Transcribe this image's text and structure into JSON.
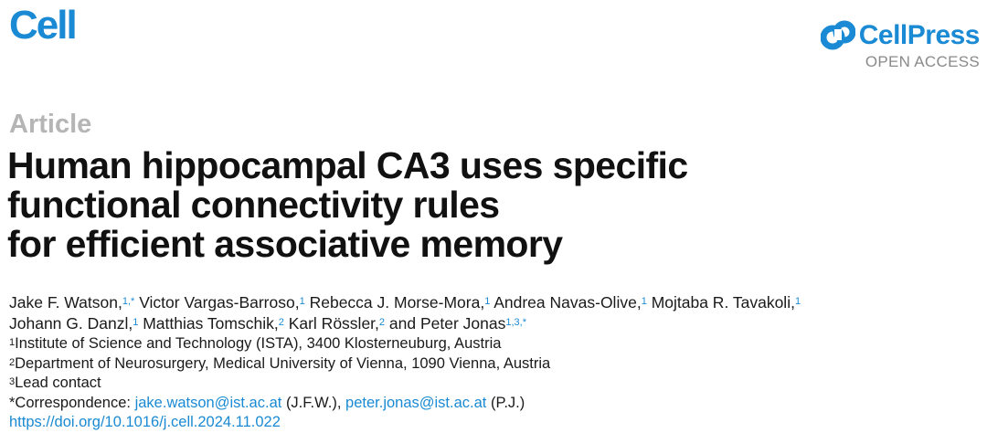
{
  "header": {
    "journal": "Cell",
    "publisher_name": "CellPress",
    "publisher_sub": "OPEN ACCESS",
    "logo_icon": "cellpress-logo-icon",
    "accent_color": "#1a8ad4"
  },
  "article": {
    "type": "Article",
    "title_lines": [
      "Human hippocampal CA3 uses specific",
      "functional connectivity rules",
      "for efficient associative memory"
    ]
  },
  "authors": [
    {
      "name": "Jake F. Watson,",
      "sup": "1,*"
    },
    {
      "name": "Victor Vargas-Barroso,",
      "sup": "1"
    },
    {
      "name": "Rebecca J. Morse-Mora,",
      "sup": "1"
    },
    {
      "name": "Andrea Navas-Olive,",
      "sup": "1"
    },
    {
      "name": "Mojtaba R. Tavakoli,",
      "sup": "1"
    },
    {
      "name": "Johann G. Danzl,",
      "sup": "1"
    },
    {
      "name": "Matthias Tomschik,",
      "sup": "2"
    },
    {
      "name": "Karl Rössler,",
      "sup": "2"
    },
    {
      "name": "and Peter Jonas",
      "sup": "1,3,*"
    }
  ],
  "affiliations": [
    {
      "sup": "1",
      "text": "Institute of Science and Technology (ISTA), 3400 Klosterneuburg, Austria"
    },
    {
      "sup": "2",
      "text": "Department of Neurosurgery, Medical University of Vienna, 1090 Vienna, Austria"
    },
    {
      "sup": "3",
      "text": "Lead contact"
    }
  ],
  "correspondence": {
    "label": "*Correspondence:",
    "email1": "jake.watson@ist.ac.at",
    "initials1": "(J.F.W.),",
    "email2": "peter.jonas@ist.ac.at",
    "initials2": "(P.J.)"
  },
  "doi": "https://doi.org/10.1016/j.cell.2024.11.022"
}
